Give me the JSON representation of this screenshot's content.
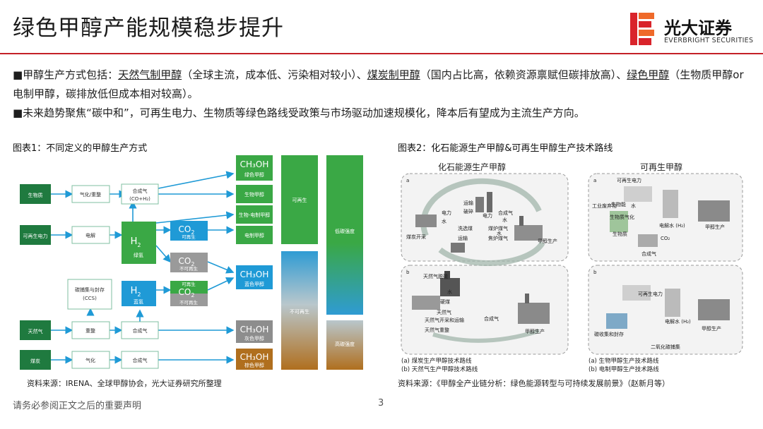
{
  "title": "绿色甲醇产能规模稳步提升",
  "logo": {
    "cn": "光大证券",
    "en": "EVERBRIGHT SECURITIES"
  },
  "bullets": {
    "b1_prefix": "■甲醇生产方式包括：",
    "b1_link1": "天然气制甲醇",
    "b1_text1": "（全球主流，成本低、污染相对较小）、",
    "b1_link2": "煤炭制甲醇",
    "b1_text2": "（国内占比高，依赖资源禀赋但碳排放高）、",
    "b1_link3": "绿色甲醇",
    "b1_text3": "（生物质甲醇or电制甲醇，碳排放低但成本相对较高）。",
    "b2": "■未来趋势聚焦“碳中和”，可再生电力、生物质等绿色路线受政策与市场驱动加速规模化，降本后有望成为主流生产方向。"
  },
  "fig1": {
    "caption": "图表1：不同定义的甲醇生产方式",
    "source": "资料来源：IRENA、全球甲醇协会，光大证券研究所整理",
    "inputs": [
      "生物质",
      "可再生电力",
      "天然气",
      "煤炭"
    ],
    "process1": [
      "气化/重整",
      "电解",
      "重整",
      "气化"
    ],
    "ccs": "碳捕集与封存\n(CCS)",
    "syngas": [
      "合成气\n(CO+H₂)",
      "合成气",
      "合成气"
    ],
    "h2_green": {
      "main": "H",
      "sub": "2",
      "label": "绿氢"
    },
    "h2_blue": {
      "main": "H",
      "sub": "2",
      "label": "蓝氢"
    },
    "co2_renew": {
      "main": "CO",
      "sub": "2",
      "label": "可再生"
    },
    "co2_nonrenew": {
      "main": "CO",
      "sub": "2",
      "label": "不可再生"
    },
    "co2_mix": {
      "main": "CO",
      "sub": "2",
      "top": "可再生",
      "bottom": "不可再生"
    },
    "green_group": {
      "formula": "CH₃OH",
      "label": "绿色甲醇",
      "items": [
        "生物甲醇",
        "生物-电制甲醇",
        "电制甲醇"
      ]
    },
    "blue_methanol": {
      "formula": "CH₃OH",
      "label": "蓝色甲醇"
    },
    "gray_methanol": {
      "formula": "CH₃OH",
      "label": "灰色甲醇"
    },
    "brown_methanol": {
      "formula": "CH₃OH",
      "label": "棕色甲醇"
    },
    "col_renew": "可再生",
    "col_nonrenew": "不可再生",
    "col_low": "低碳强度",
    "col_high": "高碳强度"
  },
  "fig2": {
    "caption": "图表2：化石能源生产甲醇&可再生甲醇生产技术路线",
    "left_heading": "化石能源生产甲醇",
    "right_heading": "可再生甲醇",
    "panel_a_left": [
      "煤炭开采",
      "运输",
      "破碎",
      "洗选煤",
      "运输",
      "电力",
      "水",
      "电力",
      "合成气",
      "水",
      "煤炉煤气",
      "焦炉煤气",
      "水",
      "甲醇生产"
    ],
    "panel_b_left": [
      "天然气脱硫",
      "水",
      "硬煤",
      "天然气",
      "天然气开采和运输",
      "天然气重整",
      "合成气",
      "甲醇生产"
    ],
    "panel_a_right": [
      "可再生电力",
      "生物能",
      "水",
      "电解水 (H₂)",
      "生物质气化",
      "甲醇生产",
      "CO₂",
      "合成气",
      "工业废弃物",
      "生物质"
    ],
    "panel_b_right": [
      "可再生电力",
      "电解水 (H₂)",
      "碳收集和封存",
      "二氧化碳捕集",
      "甲醇生产"
    ],
    "legend_left": [
      "(a)  煤炭生产甲醇技术路线",
      "(b)  天然气生产甲醇技术路线"
    ],
    "legend_right": [
      "(a)  生物甲醇生产技术路线",
      "(b)  电制甲醇生产技术路线"
    ],
    "source": "资料来源：《甲醇全产业链分析：绿色能源转型与可持续发展前景》（赵新月等）"
  },
  "footer": "请务必参阅正文之后的重要声明",
  "page_number": "3",
  "colors": {
    "green": "#1f7a3f",
    "bright_green": "#3aa845",
    "blue": "#1f9ad6",
    "gray": "#8d8d8d",
    "brown": "#b06f1e",
    "red": "#c42027"
  }
}
